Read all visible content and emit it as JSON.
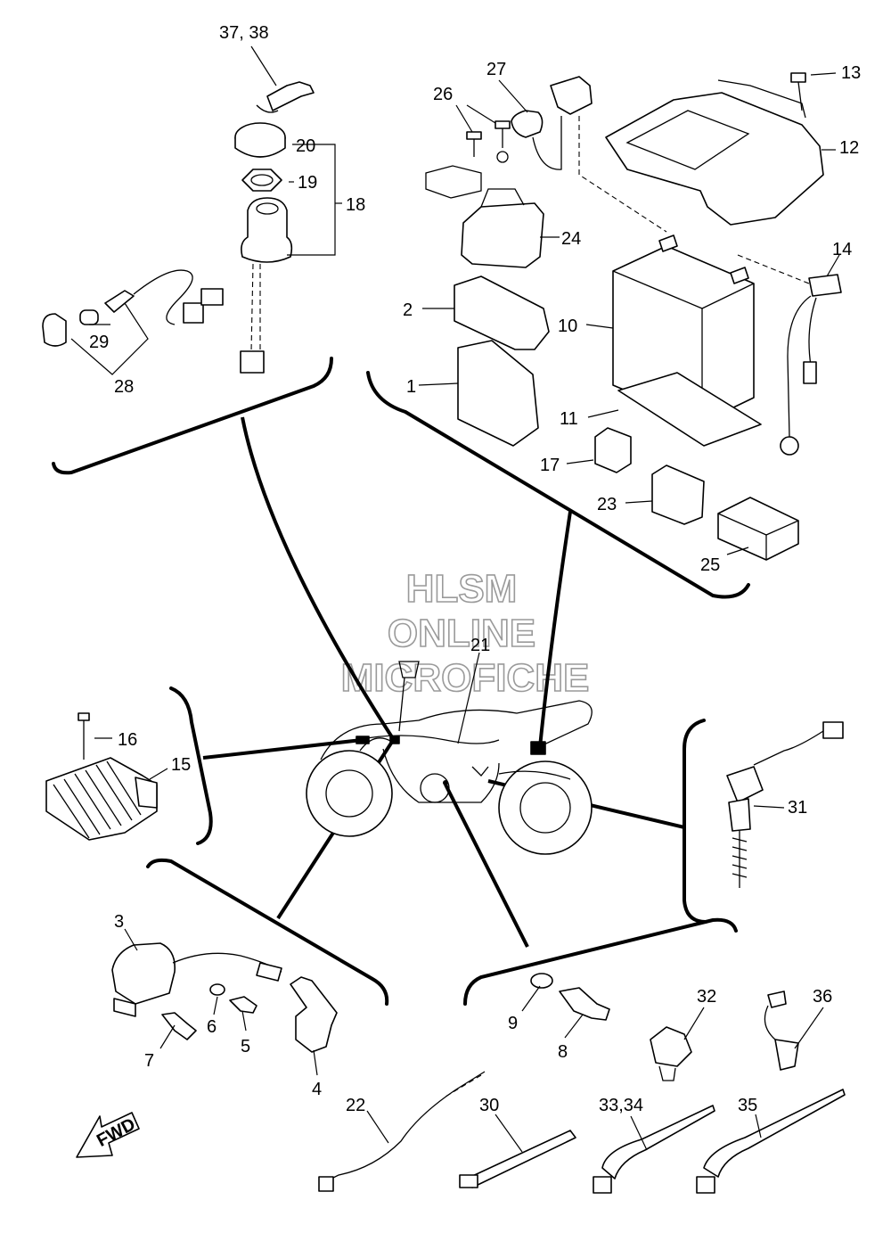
{
  "watermark": {
    "line1": "HLSM",
    "line2": "ONLINE",
    "line3": "MICROFICHE"
  },
  "direction_marker": {
    "text": "FWD",
    "icon": "fwd-arrow-icon"
  },
  "callouts": {
    "c37_38": "37, 38",
    "c20": "20",
    "c19": "19",
    "c18": "18",
    "c29": "29",
    "c28": "28",
    "c26": "26",
    "c27": "27",
    "c24": "24",
    "c13": "13",
    "c12": "12",
    "c14": "14",
    "c2": "2",
    "c10": "10",
    "c1": "1",
    "c11": "11",
    "c17": "17",
    "c23": "23",
    "c25": "25",
    "c21": "21",
    "c16": "16",
    "c15": "15",
    "c31": "31",
    "c3": "3",
    "c6": "6",
    "c7": "7",
    "c5": "5",
    "c4": "4",
    "c9": "9",
    "c8": "8",
    "c32": "32",
    "c36": "36",
    "c22": "22",
    "c30": "30",
    "c33_34": "33,34",
    "c35": "35"
  }
}
